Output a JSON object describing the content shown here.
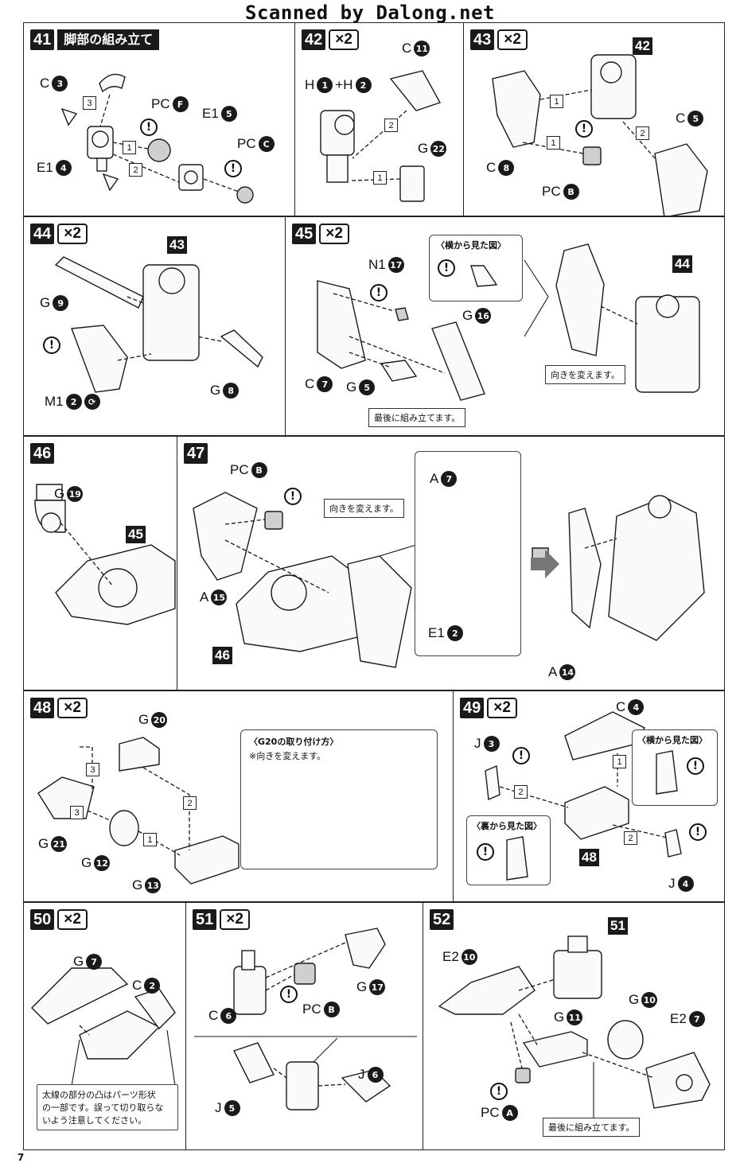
{
  "watermark": "Scanned by Dalong.net",
  "page_number": "7",
  "steps": {
    "s41": {
      "num": "41",
      "title": "脚部の組み立て",
      "labels": {
        "c3": "C",
        "c3n": "3",
        "pcF": "PC",
        "pcFn": "F",
        "e15": "E1",
        "e15n": "5",
        "pcC": "PC",
        "pcCn": "C",
        "e14": "E1",
        "e14n": "4"
      },
      "orders": [
        "3",
        "1",
        "2"
      ]
    },
    "s42": {
      "num": "42",
      "mult": "×2",
      "labels": {
        "c11": "C",
        "c11n": "11",
        "h": "H",
        "hn1": "1",
        "hplus": "+H",
        "hn2": "2",
        "g22": "G",
        "g22n": "22"
      },
      "orders": [
        "2",
        "1"
      ]
    },
    "s43": {
      "num": "43",
      "mult": "×2",
      "ref": "42",
      "labels": {
        "c5": "C",
        "c5n": "5",
        "c8": "C",
        "c8n": "8",
        "pcB": "PC",
        "pcBn": "B"
      },
      "orders": [
        "1",
        "1",
        "2"
      ]
    },
    "s44": {
      "num": "44",
      "mult": "×2",
      "ref": "43",
      "labels": {
        "g9": "G",
        "g9n": "9",
        "m12": "M1",
        "m12n": "2",
        "g8": "G",
        "g8n": "8"
      }
    },
    "s45": {
      "num": "45",
      "mult": "×2",
      "ref": "44",
      "labels": {
        "n117": "N1",
        "n117n": "17",
        "g16": "G",
        "g16n": "16",
        "c7": "C",
        "c7n": "7",
        "g5": "G",
        "g5n": "5"
      },
      "side_view": "〈横から見た図〉",
      "callout_last": "最後に組み立てます。",
      "callout_turn": "向きを変えます。"
    },
    "s46": {
      "num": "46",
      "ref": "45",
      "labels": {
        "g19": "G",
        "g19n": "19"
      }
    },
    "s47": {
      "num": "47",
      "ref": "46",
      "labels": {
        "pcB": "PC",
        "pcBn": "B",
        "a15": "A",
        "a15n": "15",
        "a7": "A",
        "a7n": "7",
        "e12": "E1",
        "e12n": "2",
        "a14": "A",
        "a14n": "14"
      },
      "callout_turn": "向きを変えます。"
    },
    "s48": {
      "num": "48",
      "mult": "×2",
      "labels": {
        "g20": "G",
        "g20n": "20",
        "g21": "G",
        "g21n": "21",
        "g12": "G",
        "g12n": "12",
        "g13": "G",
        "g13n": "13"
      },
      "sub_title": "〈G20の取り付け方〉",
      "sub_note": "※向きを変えます。",
      "orders": [
        "3",
        "3",
        "1",
        "2"
      ]
    },
    "s49": {
      "num": "49",
      "mult": "×2",
      "ref": "48",
      "labels": {
        "c4": "C",
        "c4n": "4",
        "j3": "J",
        "j3n": "3",
        "j4": "J",
        "j4n": "4"
      },
      "side_view": "〈横から見た図〉",
      "back_view": "〈裏から見た図〉",
      "orders": [
        "1",
        "2",
        "2"
      ]
    },
    "s50": {
      "num": "50",
      "mult": "×2",
      "labels": {
        "g7": "G",
        "g7n": "7",
        "c2": "C",
        "c2n": "2"
      },
      "note": [
        "太線の部分の凸はパーツ形状",
        "の一部です。誤って切り取らな",
        "いよう注意してください。"
      ]
    },
    "s51": {
      "num": "51",
      "mult": "×2",
      "labels": {
        "c6": "C",
        "c6n": "6",
        "pcB": "PC",
        "pcBn": "B",
        "g17": "G",
        "g17n": "17",
        "j5": "J",
        "j5n": "5",
        "j6": "J",
        "j6n": "6"
      }
    },
    "s52": {
      "num": "52",
      "ref": "51",
      "labels": {
        "e210": "E2",
        "e210n": "10",
        "g11": "G",
        "g11n": "11",
        "g10": "G",
        "g10n": "10",
        "e27": "E2",
        "e27n": "7",
        "pcA": "PC",
        "pcAn": "A"
      },
      "callout_last": "最後に組み立てます。"
    }
  },
  "excl_mark": "!"
}
